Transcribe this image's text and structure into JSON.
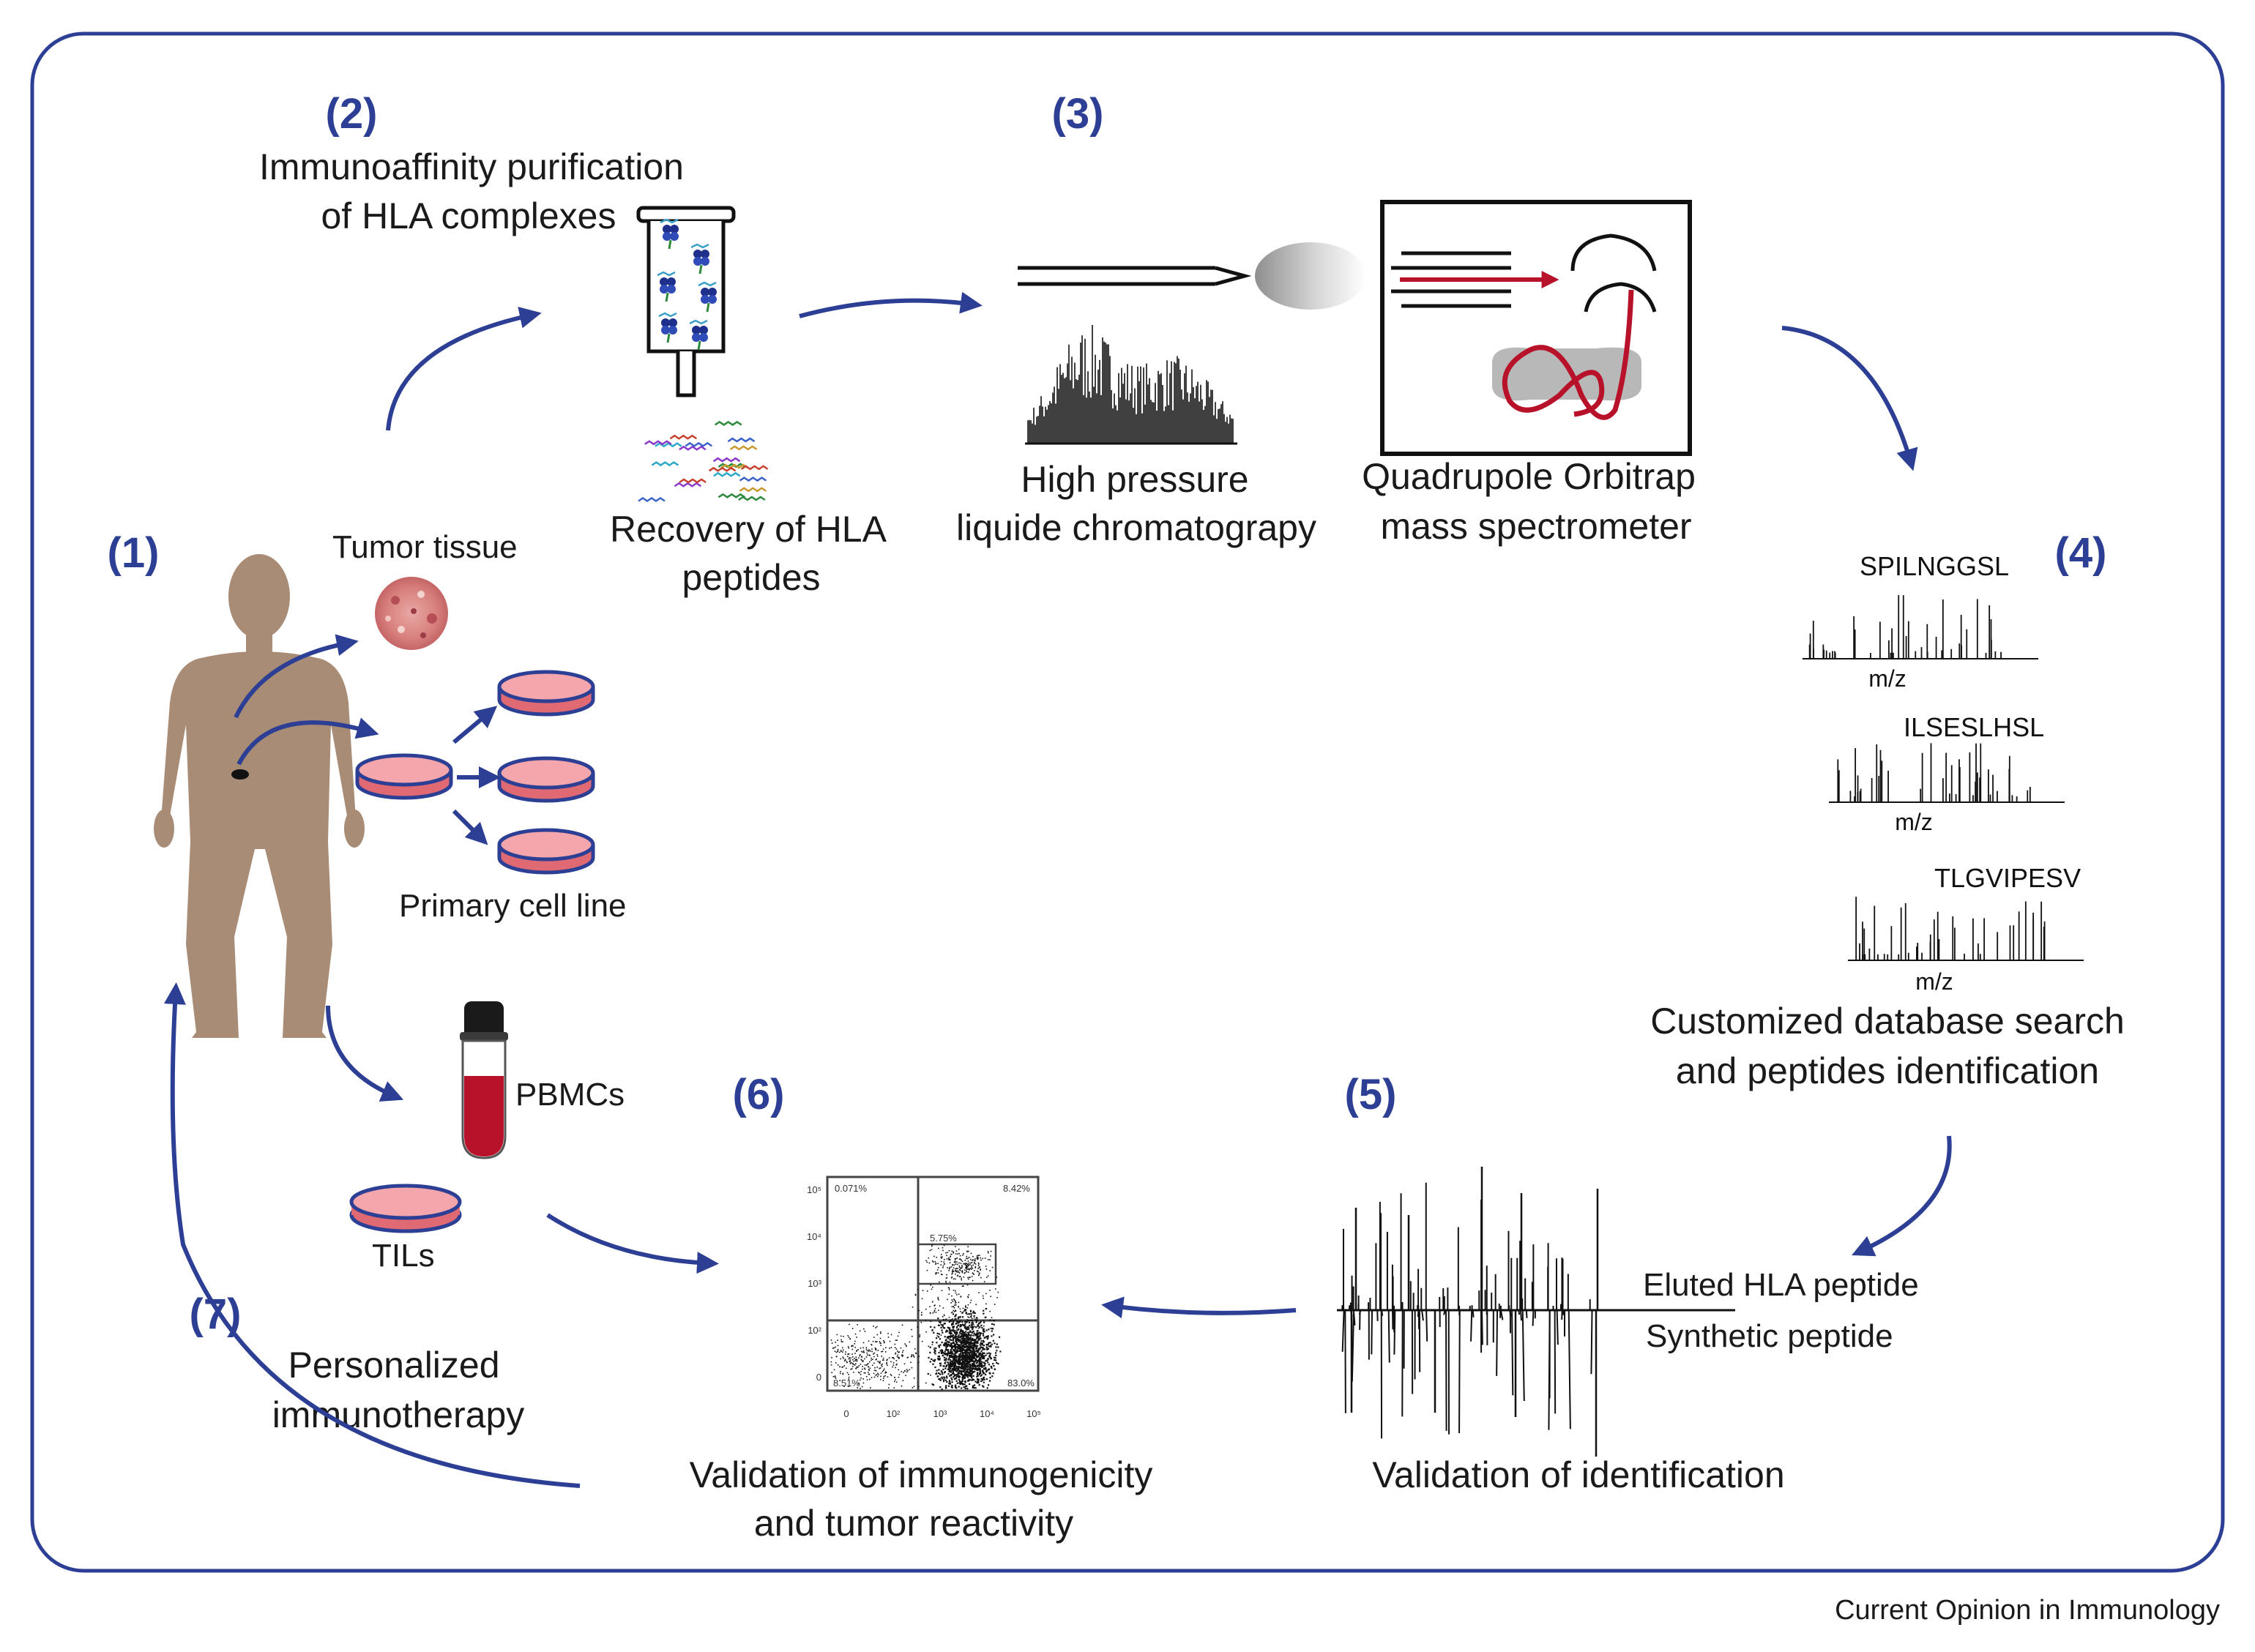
{
  "steps": {
    "s1": "(1)",
    "s2": "(2)",
    "s3": "(3)",
    "s4": "(4)",
    "s5": "(5)",
    "s6": "(6)",
    "s7": "(7)"
  },
  "labels": {
    "purification_l1": "Immunoaffinity purification",
    "purification_l2": "of HLA complexes",
    "recovery_l1": "Recovery of HLA",
    "recovery_l2": "peptides",
    "hplc_l1": "High pressure",
    "hplc_l2": "liquide chromatograpy",
    "ms_l1": "Quadrupole Orbitrap",
    "ms_l2": "mass spectrometer",
    "tumor_tissue": "Tumor tissue",
    "primary_cell_line": "Primary cell line",
    "pbmcs": "PBMCs",
    "tils": "TILs",
    "personalized_l1": "Personalized",
    "personalized_l2": "immunotherapy",
    "db_search_l1": "Customized database search",
    "db_search_l2": "and peptides identification",
    "validation_id": "Validation of identification",
    "validation_immuno_l1": "Validation of immunogenicity",
    "validation_immuno_l2": "and tumor reactivity",
    "eluted": "Eluted HLA peptide",
    "synthetic": "Synthetic peptide",
    "footer": "Current Opinion in Immunology"
  },
  "spectra": [
    {
      "peptide": "SPILNGGSL",
      "axis": "m/z"
    },
    {
      "peptide": "ILSESLHSL",
      "axis": "m/z"
    },
    {
      "peptide": "TLGVIPESV",
      "axis": "m/z"
    }
  ],
  "flow": {
    "q_ul": "0.071%",
    "q_ur": "8.42%",
    "gate": "5.75%",
    "q_ll": "8.51%",
    "q_lr": "83.0%",
    "y_ticks": [
      "10⁵",
      "10⁴",
      "10³",
      "10²",
      "0"
    ],
    "x_ticks": [
      "0",
      "10²",
      "10³",
      "10⁴",
      "10⁵"
    ]
  },
  "colors": {
    "accent": "#2c3f94",
    "frame": "#2c3f94",
    "body": "#a88c76",
    "dish_fill": "#e06a74",
    "tube_red": "#b8122a",
    "laser": "#b8122a",
    "text": "#1a1a1a"
  }
}
